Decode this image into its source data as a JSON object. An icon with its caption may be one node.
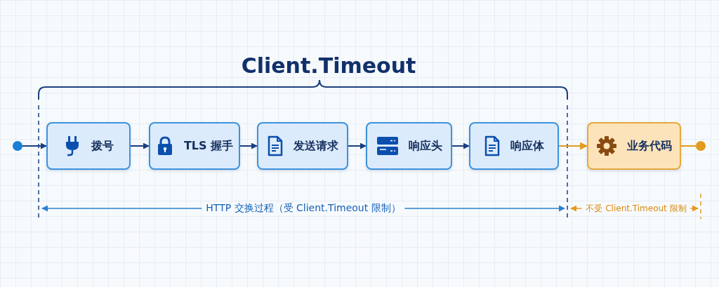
{
  "diagram": {
    "title": "Client.Timeout",
    "nodes": [
      {
        "text": [],
        "shape": "circle"
      },
      {
        "text": [
          "拨号"
        ]
      },
      {
        "text": [
          "TLS 握手"
        ]
      },
      {
        "text": [
          "发送请求"
        ]
      },
      {
        "text": [
          "响应头"
        ]
      },
      {
        "text": [
          "响应体"
        ]
      },
      {
        "text": [
          "业务代码"
        ]
      },
      {
        "text": [],
        "shape": "circle"
      }
    ],
    "edges": [
      {
        "from": 0,
        "to": 1,
        "arrow": "to"
      },
      {
        "from": 1,
        "to": 2,
        "arrow": "to"
      },
      {
        "from": 2,
        "to": 3,
        "arrow": "to"
      },
      {
        "from": 3,
        "to": 4,
        "arrow": "to"
      },
      {
        "from": 4,
        "to": 5,
        "arrow": "to"
      },
      {
        "from": 5,
        "to": 6,
        "arrow": "to",
        "color": "#e39a1e"
      },
      {
        "from": 6,
        "to": 7,
        "arrow": "none",
        "color": "#e39a1e"
      }
    ],
    "labels": [
      "HTTP 交换过程（受 Client.Timeout 限制）",
      "不受 Client.Timeout 限制"
    ]
  }
}
